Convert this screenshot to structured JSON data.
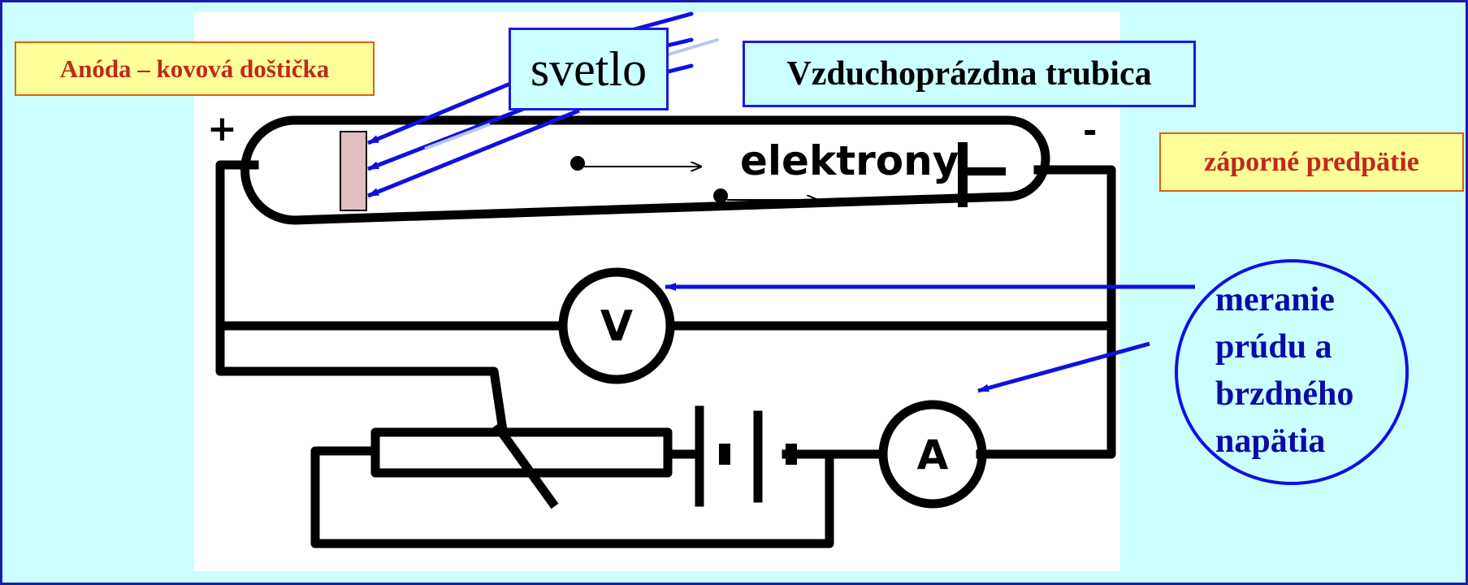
{
  "labels": {
    "anode": "Anóda – kovová doštička",
    "light": "svetlo",
    "tube": "Vzduchoprázdna trubica",
    "negative_bias": "záporné predpätie",
    "measurement_lines": [
      "meranie",
      "prúdu a",
      "brzdného",
      "napätia"
    ]
  },
  "circuit": {
    "plus_sign": "+",
    "minus_sign": "-",
    "electrons": "elektrony",
    "voltmeter": "V",
    "ammeter": "A"
  },
  "colors": {
    "background": "#ccffff",
    "border": "#1a1ab0",
    "diagram_panel": "#ffffff",
    "pointer_blue": "#1010e0",
    "label_fill": "#ffff99",
    "label_text": "#c0281c",
    "measure_text": "#0a0aa8",
    "anode_plate": "#e0c0c0"
  }
}
